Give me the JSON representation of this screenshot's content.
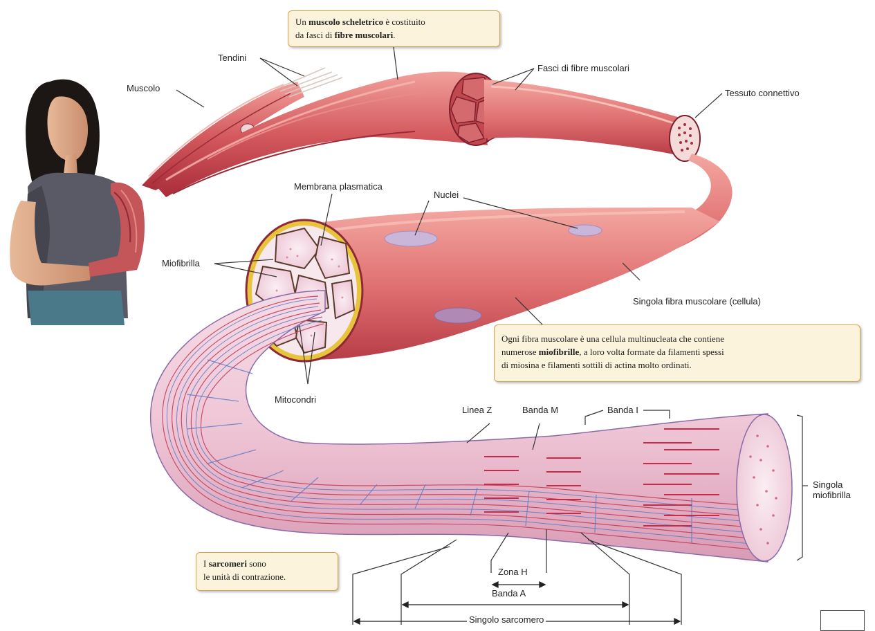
{
  "labels": {
    "tendini": "Tendini",
    "muscolo": "Muscolo",
    "fasci": "Fasci di fibre muscolari",
    "tessuto": "Tessuto connettivo",
    "membrana": "Membrana plasmatica",
    "nuclei": "Nuclei",
    "miofibrilla": "Miofibrilla",
    "singola_fibra": "Singola fibra muscolare (cellula)",
    "mitocondri": "Mitocondri",
    "linea_z": "Linea Z",
    "banda_m": "Banda M",
    "banda_i": "Banda I",
    "singola_miofibrilla_1": "Singola",
    "singola_miofibrilla_2": "miofibrilla",
    "zona_h": "Zona H",
    "banda_a": "Banda A",
    "singolo_sarcomero": "Singolo sarcomero"
  },
  "callouts": {
    "top": {
      "part1": "Un ",
      "bold1": "muscolo scheletrico",
      "part2": " è costituito",
      "part3": "da fasci di ",
      "bold2": "fibre muscolari",
      "part4": "."
    },
    "middle": {
      "line1": "Ogni fibra muscolare è una cellula multinucleata che contiene",
      "part2a": "numerose ",
      "bold": "miofibrille",
      "part2b": ", a loro volta formate da filamenti spessi",
      "line3": "di miosina e filamenti sottili di actina molto ordinati."
    },
    "bottom": {
      "part1": "I ",
      "bold": "sarcomeri",
      "part2": " sono",
      "line2": "le unità di contrazione."
    }
  },
  "colors": {
    "muscle": "#c8404c",
    "muscle_light": "#ea8a88",
    "myofibril_pink": "#e9b6c8",
    "blue_line": "#5a78c8",
    "callout_bg": "#fbf3dc",
    "callout_border": "#d8a24a"
  }
}
